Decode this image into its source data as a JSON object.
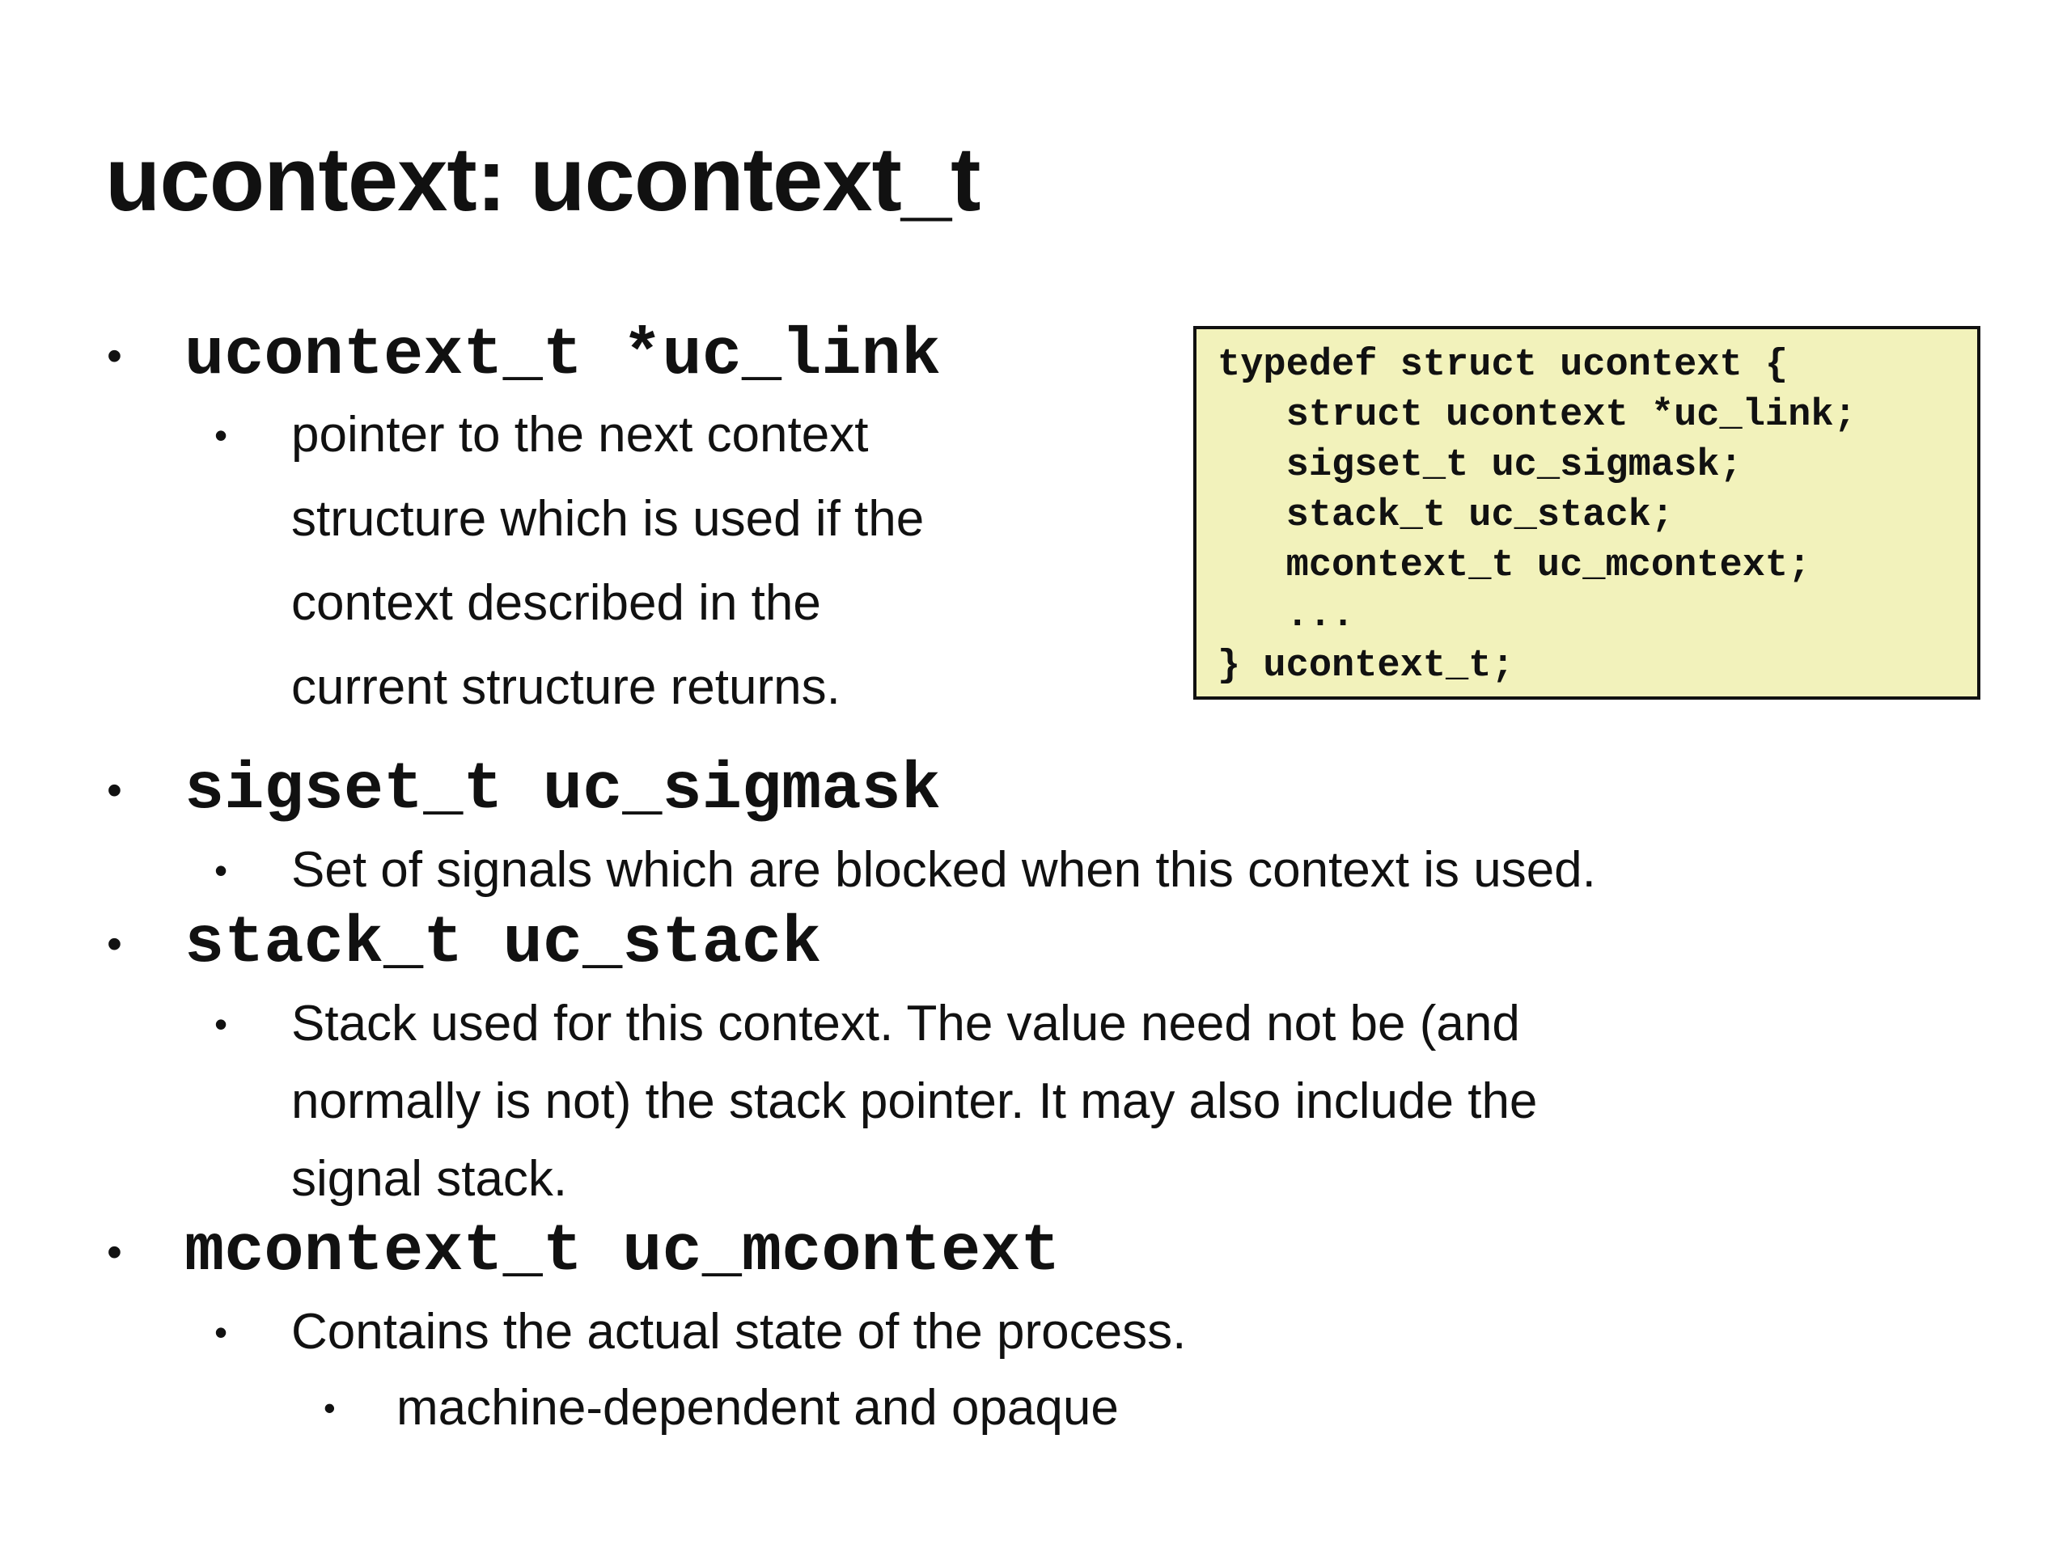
{
  "slide": {
    "title": "ucontext: ucontext_t",
    "bullet_char": "•",
    "colors": {
      "background": "#ffffff",
      "text": "#111111",
      "code_box_bg": "#f2f2bb",
      "code_box_border": "#111111"
    },
    "bullets": [
      {
        "term": "ucontext_t *uc_link",
        "desc_lines": [
          "pointer to the next context",
          "structure which is used if the",
          "context described in the",
          "current structure returns."
        ]
      },
      {
        "term": "sigset_t uc_sigmask",
        "desc_lines": [
          "Set of signals which are blocked when this context is used."
        ]
      },
      {
        "term": "stack_t uc_stack",
        "desc_lines": [
          "Stack used for this context. The value need not be (and",
          "normally is not) the stack pointer. It may also include the",
          "signal stack."
        ]
      },
      {
        "term": "mcontext_t uc_mcontext",
        "desc_lines": [
          "Contains the actual state of the process."
        ],
        "sub_bullet": "machine-dependent and opaque"
      }
    ],
    "code_box": {
      "lines": [
        "typedef struct ucontext {",
        "   struct ucontext *uc_link;",
        "   sigset_t uc_sigmask;",
        "   stack_t uc_stack;",
        "   mcontext_t uc_mcontext;",
        "   ...",
        "} ucontext_t;"
      ]
    }
  }
}
